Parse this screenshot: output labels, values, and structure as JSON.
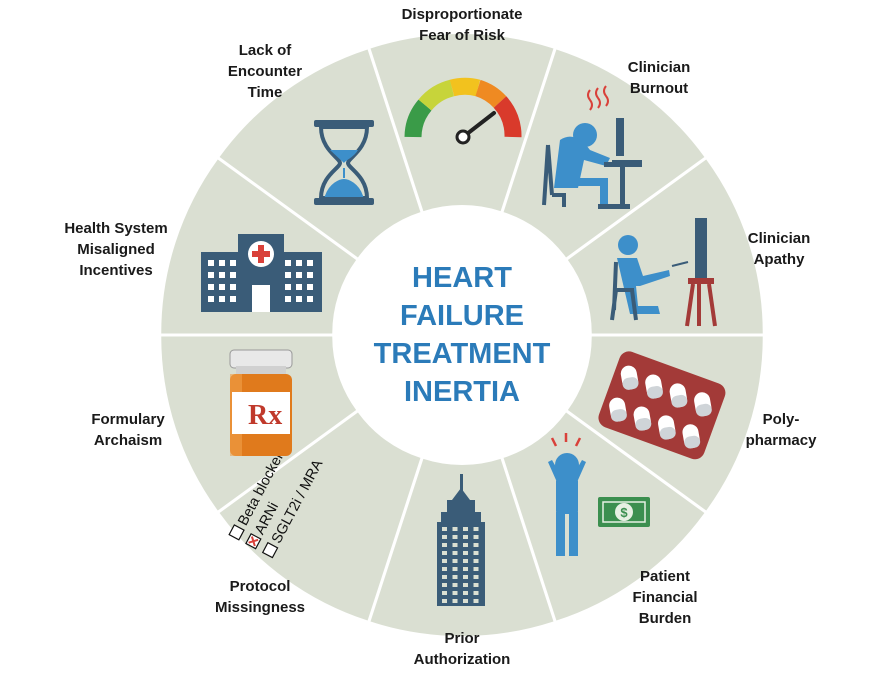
{
  "center": {
    "line1": "HEART",
    "line2": "FAILURE",
    "line3": "TREATMENT",
    "line4": "INERTIA"
  },
  "segments": [
    {
      "id": "fear",
      "lines": [
        "Disproportionate",
        "Fear of Risk"
      ],
      "icon": "gauge-icon"
    },
    {
      "id": "burnout",
      "lines": [
        "Clinician",
        "Burnout"
      ],
      "icon": "burnout-person-icon"
    },
    {
      "id": "apathy",
      "lines": [
        "Clinician",
        "Apathy"
      ],
      "icon": "apathy-person-icon"
    },
    {
      "id": "polypharmacy",
      "lines": [
        "Poly-",
        "pharmacy"
      ],
      "icon": "pill-blister-pack-icon"
    },
    {
      "id": "financial",
      "lines": [
        "Patient",
        "Financial",
        "Burden"
      ],
      "icon": "stressed-person-money-icon"
    },
    {
      "id": "authorization",
      "lines": [
        "Prior",
        "Authorization"
      ],
      "icon": "skyscraper-icon"
    },
    {
      "id": "protocol",
      "lines": [
        "Protocol",
        "Missingness"
      ],
      "icon": "checklist-icon"
    },
    {
      "id": "formulary",
      "lines": [
        "Formulary",
        "Archaism"
      ],
      "icon": "prescription-bottle-icon"
    },
    {
      "id": "incentives",
      "lines": [
        "Health System",
        "Misaligned",
        "Incentives"
      ],
      "icon": "hospital-icon"
    },
    {
      "id": "time",
      "lines": [
        "Lack of",
        "Encounter",
        "Time"
      ],
      "icon": "hourglass-icon"
    }
  ],
  "checklist": {
    "item1": "Beta blocker",
    "item2": "ARNi",
    "item3": "SGLT2i / MRA",
    "checked": [
      false,
      true,
      false
    ]
  },
  "prescription_symbol": "Rx",
  "colors": {
    "sector": "#dadfd2",
    "icon_blue": "#3d8fca",
    "icon_slate": "#3a5c78",
    "title_blue": "#2b7bb9",
    "burgundy": "#a33a38",
    "money_green": "#3b8f4f"
  }
}
